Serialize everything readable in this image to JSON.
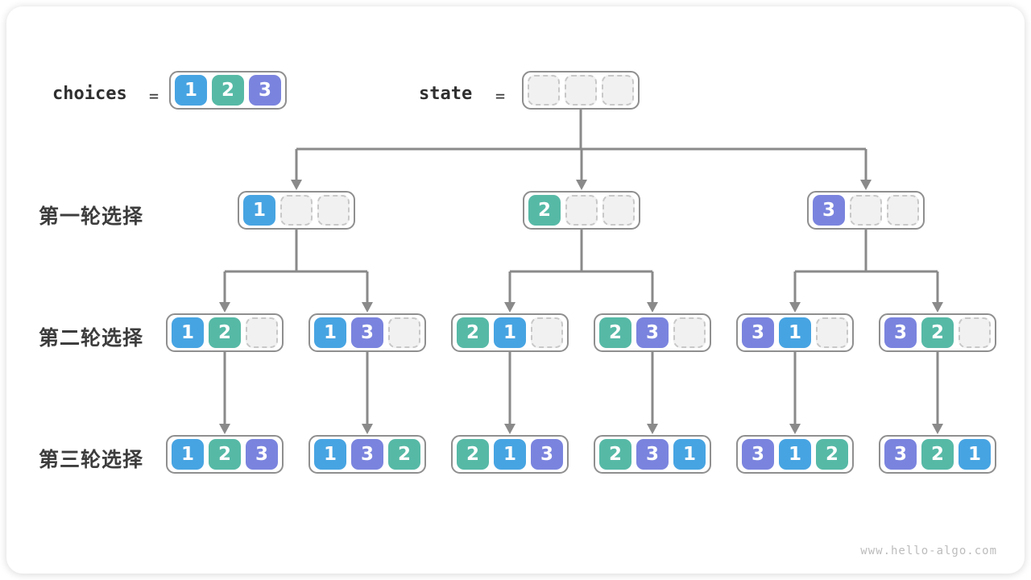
{
  "page": {
    "watermark": "www.hello-algo.com"
  },
  "colors": {
    "value_1": "#47a4e2",
    "value_2": "#56b9a6",
    "value_3": "#7a84de",
    "empty_fill": "#f1f1f1",
    "empty_border": "#c8c8c8",
    "box_border": "#8f8f8f",
    "arrow": "#8a8a8a"
  },
  "header": {
    "choices_label": "choices",
    "eq": "=",
    "choices_cells": [
      "1",
      "2",
      "3"
    ],
    "state_label": "state",
    "state_cells": [
      "",
      "",
      ""
    ]
  },
  "rows": [
    {
      "label": "第一轮选择",
      "boxes": [
        [
          "1",
          "",
          ""
        ],
        [
          "2",
          "",
          ""
        ],
        [
          "3",
          "",
          ""
        ]
      ]
    },
    {
      "label": "第二轮选择",
      "boxes": [
        [
          "1",
          "2",
          ""
        ],
        [
          "1",
          "3",
          ""
        ],
        [
          "2",
          "1",
          ""
        ],
        [
          "2",
          "3",
          ""
        ],
        [
          "3",
          "1",
          ""
        ],
        [
          "3",
          "2",
          ""
        ]
      ]
    },
    {
      "label": "第三轮选择",
      "boxes": [
        [
          "1",
          "2",
          "3"
        ],
        [
          "1",
          "3",
          "2"
        ],
        [
          "2",
          "1",
          "3"
        ],
        [
          "2",
          "3",
          "1"
        ],
        [
          "3",
          "1",
          "2"
        ],
        [
          "3",
          "2",
          "1"
        ]
      ]
    }
  ]
}
